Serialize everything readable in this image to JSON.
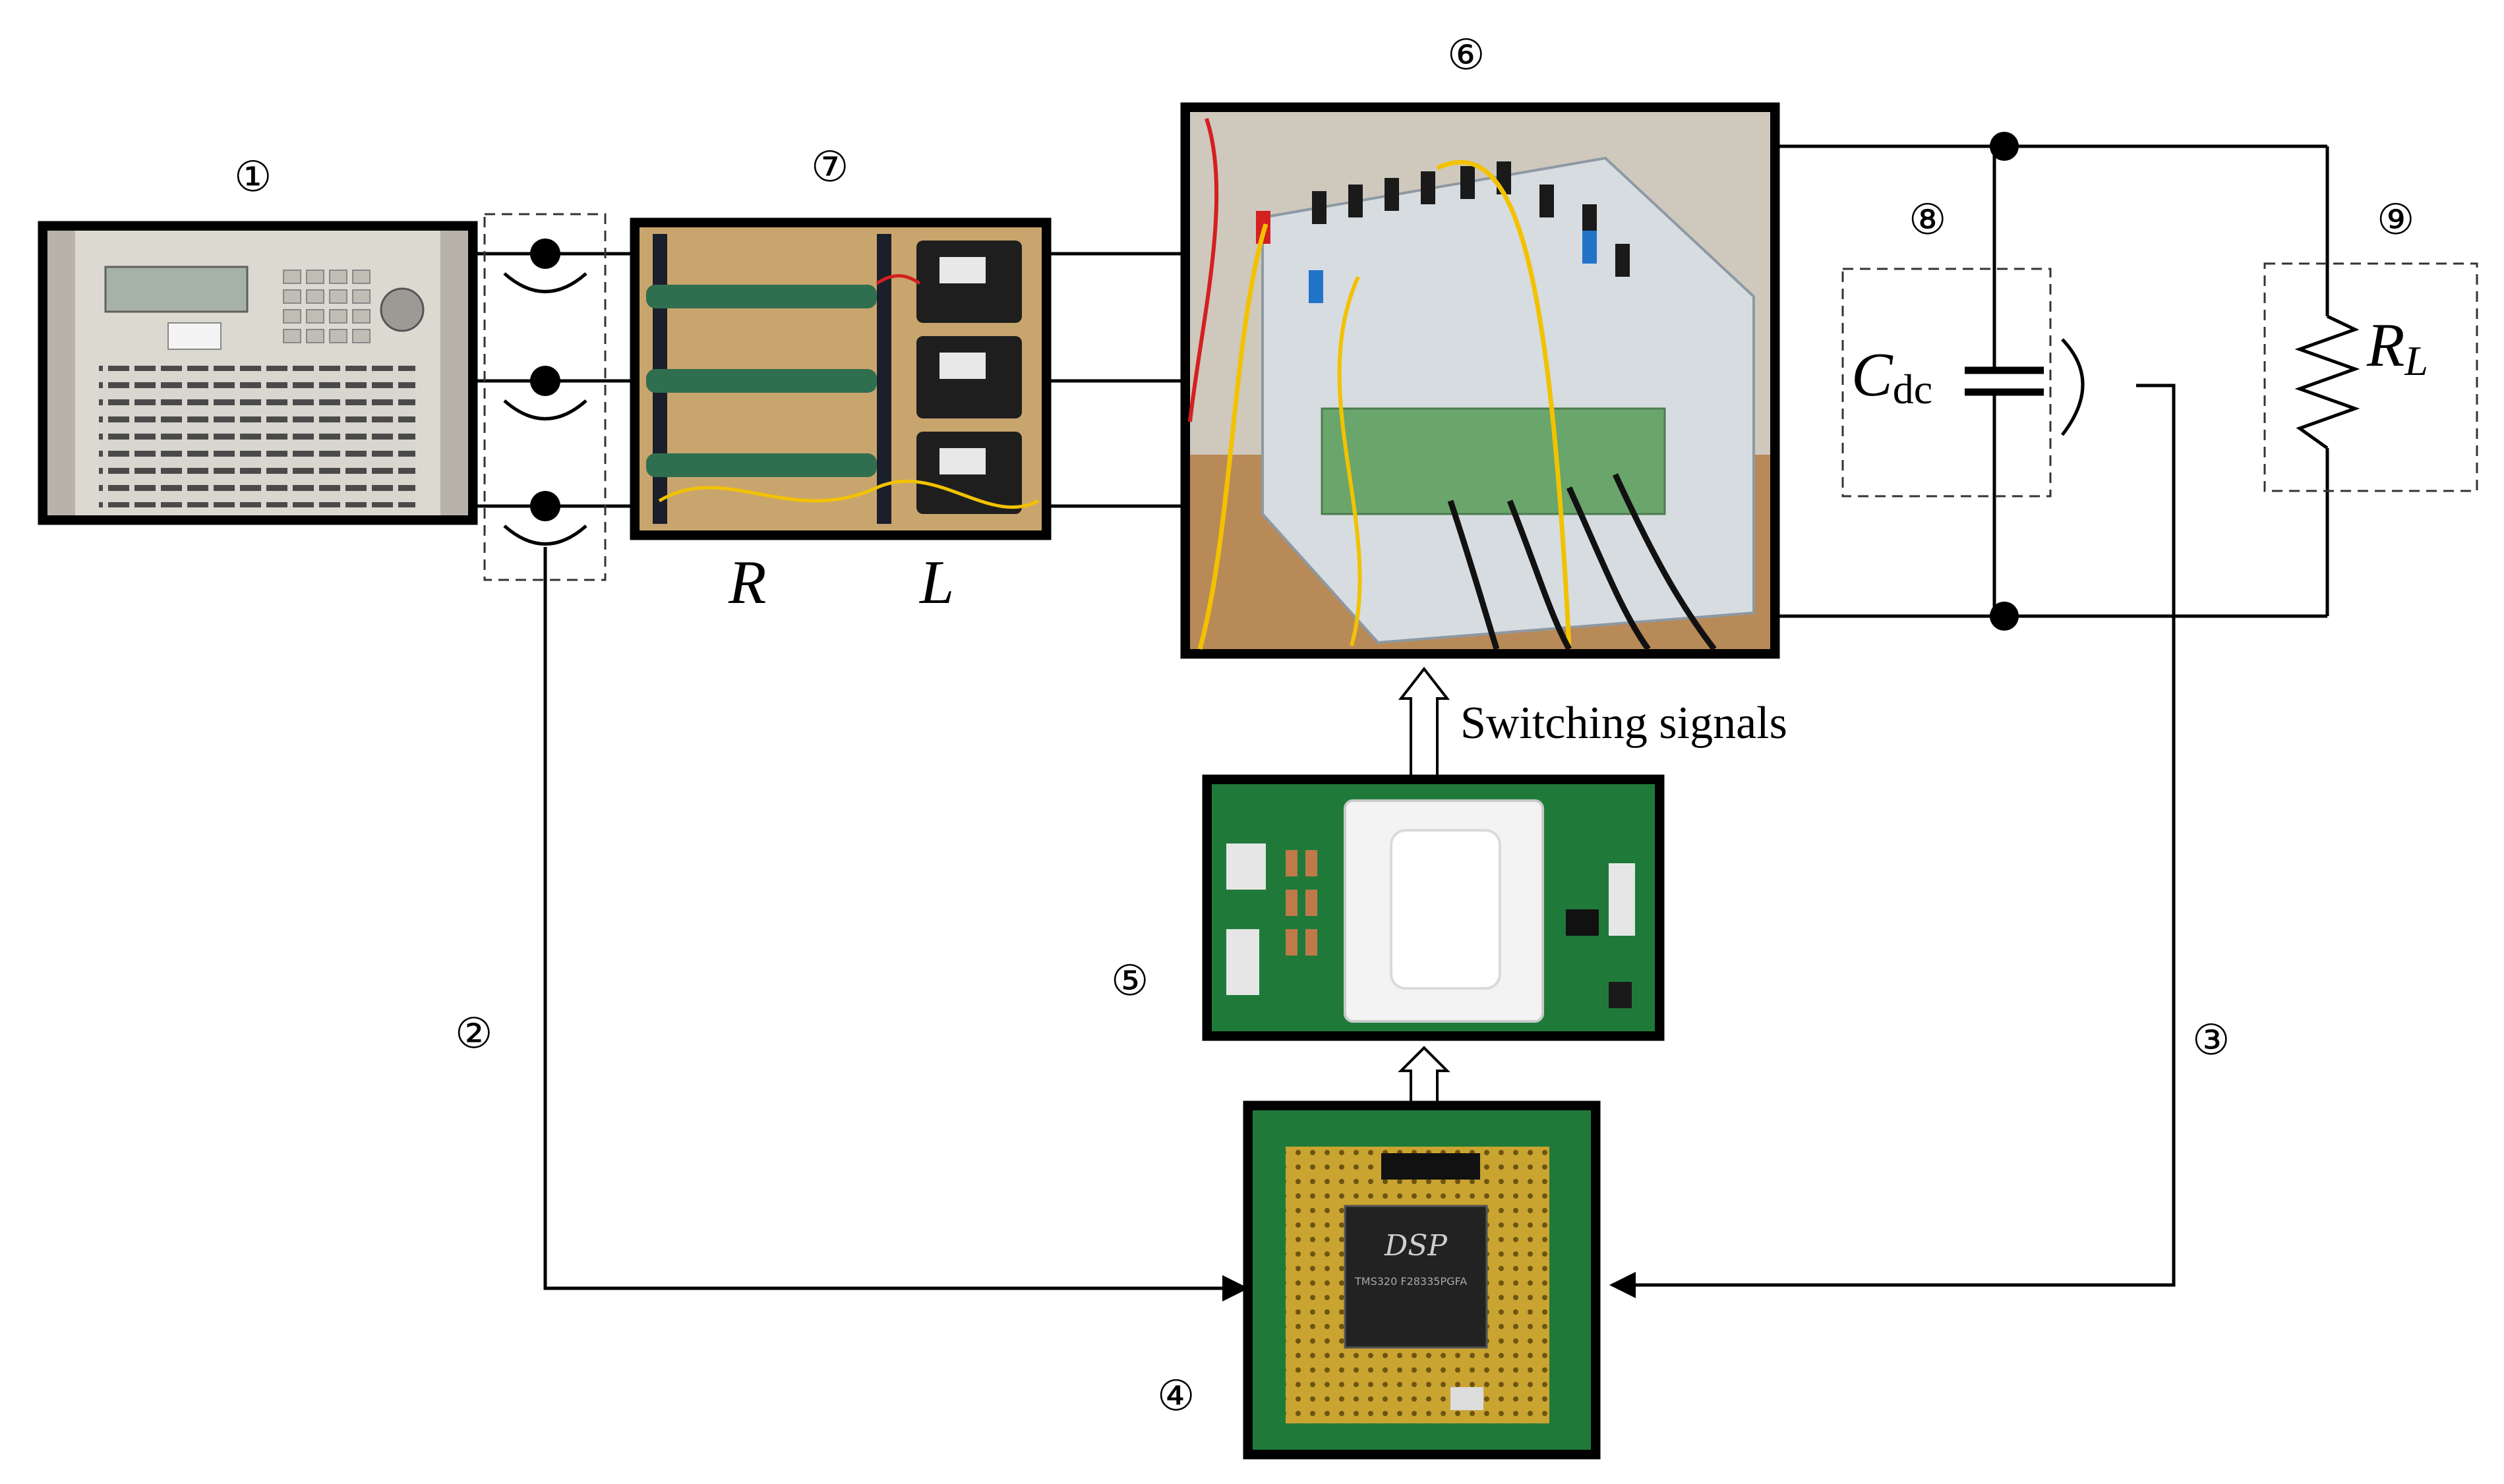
{
  "numbers": {
    "n1": "①",
    "n2": "②",
    "n3": "③",
    "n4": "④",
    "n5": "⑤",
    "n6": "⑥",
    "n7": "⑦",
    "n8": "⑧",
    "n9": "⑨"
  },
  "filter_labels": {
    "resistor": "R",
    "inductor": "L"
  },
  "capacitor": {
    "symbol": "C",
    "subscript": "dc"
  },
  "load": {
    "symbol": "R",
    "subscript": "L"
  },
  "switching_signals": "Switching signals",
  "dsp_chip": {
    "logo": "DSP",
    "part": "TMS320 F28335PGFA"
  },
  "colors": {
    "line": "#000000",
    "pcb_green": "#1f7a3a",
    "fpga_white": "#f3f3f3",
    "resistor_green": "#2f6f4f",
    "wire_yellow": "#f2c200",
    "wire_red": "#d42020"
  }
}
